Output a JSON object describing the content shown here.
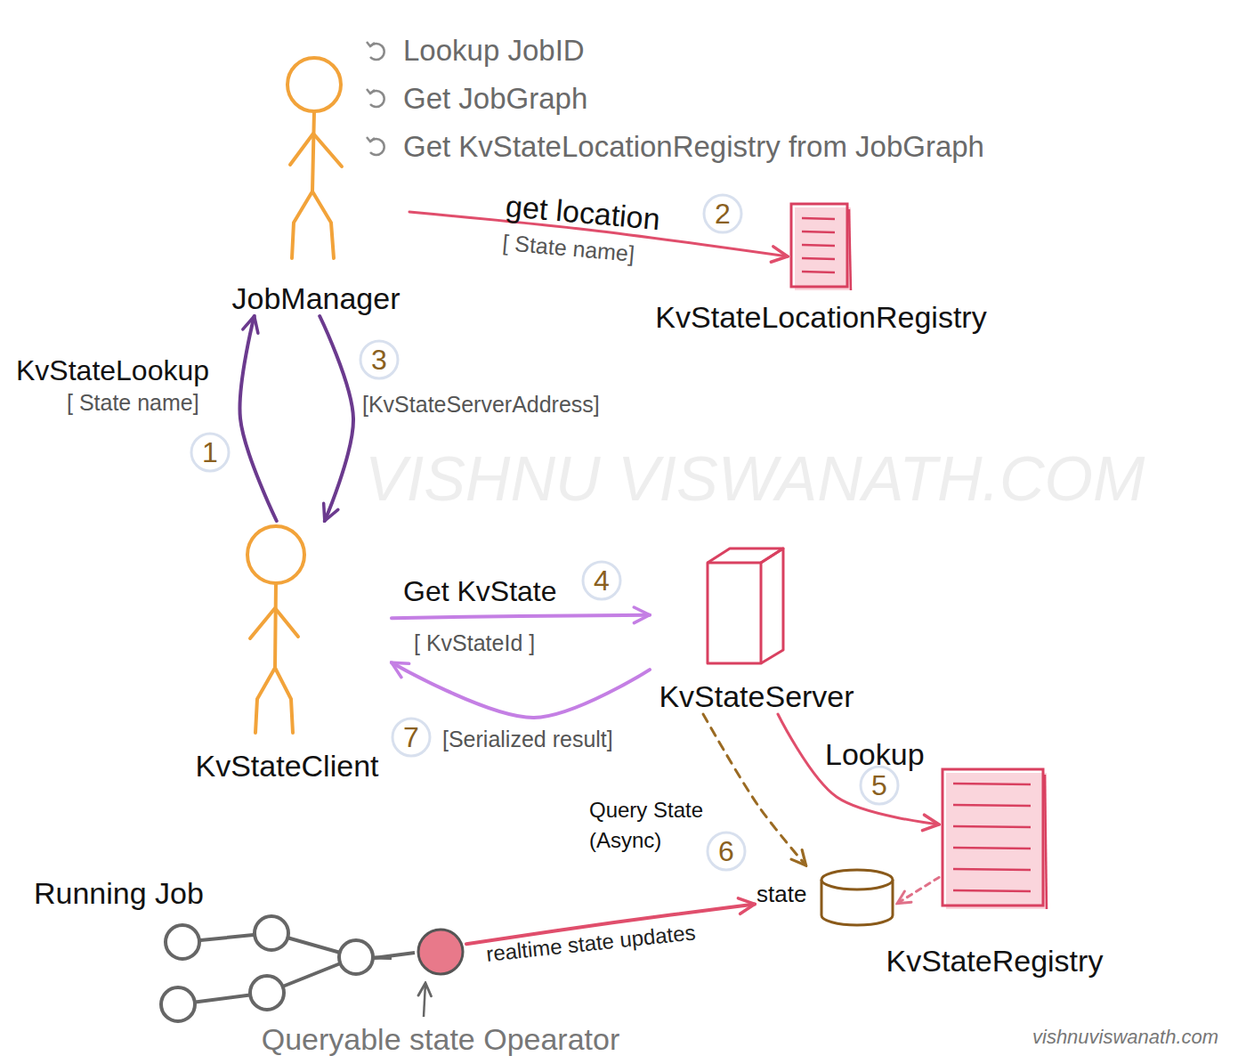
{
  "diagram": {
    "nodes": [
      {
        "text": [
          "JobManager"
        ]
      },
      {
        "text": [
          "KvStateLocationRegistry"
        ]
      },
      {
        "text": [
          "KvStateClient"
        ]
      },
      {
        "text": [
          "KvStateServer"
        ]
      },
      {
        "text": [
          "state"
        ]
      },
      {
        "text": [
          "KvStateRegistry"
        ]
      },
      {
        "text": [
          "Running Job"
        ]
      },
      {
        "text": [
          "Queryable state Opearator"
        ]
      }
    ],
    "edges": [
      {
        "from": 2,
        "to": 0,
        "label": "KvStateLookup",
        "arrow": "to"
      },
      {
        "from": 0,
        "to": 1,
        "label": "get location",
        "arrow": "to"
      },
      {
        "from": 0,
        "to": 2,
        "label": "[KvStateServerAddress]",
        "arrow": "to"
      },
      {
        "from": 2,
        "to": 3,
        "label": "Get KvState",
        "arrow": "to"
      },
      {
        "from": 3,
        "to": 2,
        "label": "[Serialized result]",
        "arrow": "to"
      },
      {
        "from": 3,
        "to": 5,
        "label": "Lookup",
        "arrow": "to"
      },
      {
        "from": 3,
        "to": 4,
        "label": "Query State (Async)",
        "arrow": "to"
      },
      {
        "from": 5,
        "to": 4,
        "arrow": "to"
      },
      {
        "from": 7,
        "to": 4,
        "label": "realtime state updates",
        "arrow": "to"
      }
    ],
    "labels": [
      "Lookup JobID",
      "Get JobGraph",
      "Get KvStateLocationRegistry from JobGraph",
      "[ State name]",
      "[ State name]",
      "[ KvStateId ]",
      "1",
      "2",
      "3",
      "4",
      "5",
      "6",
      "7",
      "VISHNU VISWANATH.COM",
      "vishnuviswanath.com"
    ]
  }
}
